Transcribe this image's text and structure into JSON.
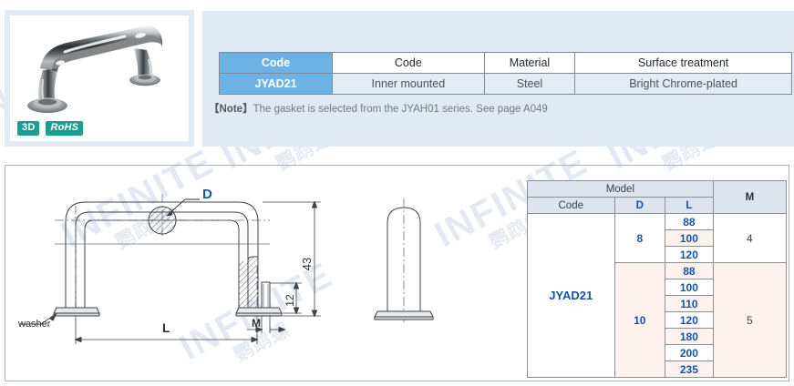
{
  "photo": {
    "alt": "chrome-plated-handle-photo",
    "badges": [
      {
        "id": "3d-badge",
        "label": "3D"
      },
      {
        "id": "rohs-badge",
        "label": "RoHS"
      }
    ]
  },
  "spec_table": {
    "headers": [
      "Code",
      "Code",
      "Material",
      "Surface treatment"
    ],
    "row": [
      "JYAD21",
      "Inner mounted",
      "Steel",
      "Bright Chrome-plated"
    ]
  },
  "note": {
    "bracket_open": "【",
    "label": "Note",
    "bracket_close": "】",
    "text": "The gasket is selected from the JYAH01 series. See page A049"
  },
  "drawing": {
    "labels": {
      "d_callout": "D",
      "m_callout": "M",
      "l_dimension": "L",
      "height_43": "43",
      "height_12": "12",
      "washer": "washer"
    }
  },
  "model_table": {
    "group_header": "Model",
    "headers": [
      "Code",
      "D",
      "L",
      "M"
    ],
    "code": "JYAD21",
    "groups": [
      {
        "d": "8",
        "m": "4",
        "lengths": [
          "88",
          "100",
          "120"
        ]
      },
      {
        "d": "10",
        "m": "5",
        "lengths": [
          "88",
          "100",
          "110",
          "120",
          "180",
          "200",
          "235"
        ]
      }
    ]
  },
  "watermarks": {
    "brand": "INFINITE",
    "cn": "鹦鹉螺"
  },
  "colors": {
    "accent_blue": "#6cb2e4",
    "band_blue": "#e0e9f4",
    "value_blue": "#1553a8",
    "badge_teal": "#1b9e8f",
    "stripe_pink": "#fdf2ee",
    "header_gray": "#dde4ee"
  }
}
